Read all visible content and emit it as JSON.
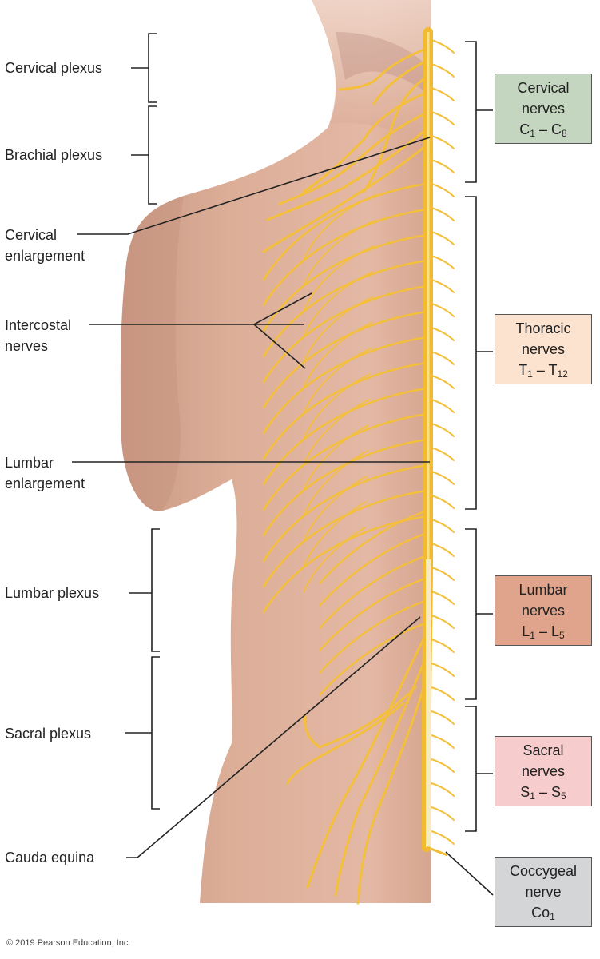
{
  "left_labels": {
    "cervical_plexus": "Cervical plexus",
    "brachial_plexus": "Brachial plexus",
    "cervical_enlargement_1": "Cervical",
    "cervical_enlargement_2": "enlargement",
    "intercostal_1": "Intercostal",
    "intercostal_2": "nerves",
    "lumbar_enlargement_1": "Lumbar",
    "lumbar_enlargement_2": "enlargement",
    "lumbar_plexus": "Lumbar plexus",
    "sacral_plexus": "Sacral plexus",
    "cauda_equina": "Cauda equina"
  },
  "boxes": {
    "cervical": {
      "line1": "Cervical",
      "line2": "nerves",
      "a": "C",
      "a_sub": "1",
      "sep": " – ",
      "b": "C",
      "b_sub": "8",
      "color": "#c5d6c0"
    },
    "thoracic": {
      "line1": "Thoracic",
      "line2": "nerves",
      "a": "T",
      "a_sub": "1",
      "sep": " – ",
      "b": "T",
      "b_sub": "12",
      "color": "#fbe3d0"
    },
    "lumbar": {
      "line1": "Lumbar",
      "line2": "nerves",
      "a": "L",
      "a_sub": "1",
      "sep": " – ",
      "b": "L",
      "b_sub": "5",
      "color": "#e0a48c"
    },
    "sacral": {
      "line1": "Sacral",
      "line2": "nerves",
      "a": "S",
      "a_sub": "1",
      "sep": " – ",
      "b": "S",
      "b_sub": "5",
      "color": "#f6cccc"
    },
    "coccygeal": {
      "line1": "Coccygeal",
      "line2": "nerve",
      "a": "Co",
      "a_sub": "1",
      "color": "#d4d5d7"
    }
  },
  "copyright": "© 2019 Pearson Education, Inc.",
  "colors": {
    "nerve": "#f4bf3a",
    "cord": "#f2ba2e",
    "skin": "#d9a78f",
    "line": "#222222"
  }
}
